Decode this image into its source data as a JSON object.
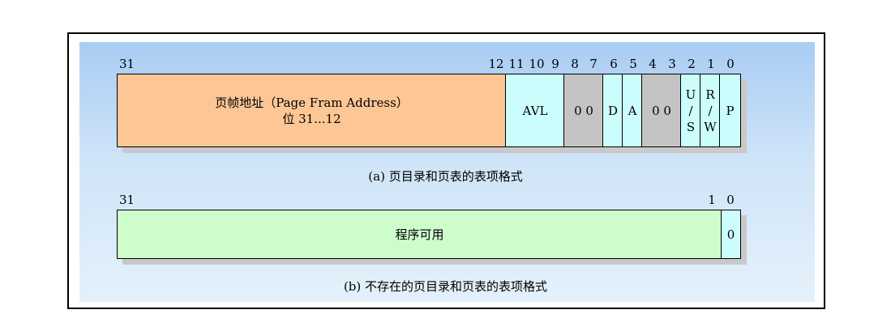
{
  "colors": {
    "frame_address": "#fdc795",
    "avl": "#ccfdfd",
    "reserved": "#c4c4c4",
    "flag": "#ccfdfd",
    "available": "#cdfdcb",
    "panel": "#bcd8f6"
  },
  "diagram_a": {
    "bit_labels": {
      "b31": "31",
      "b12": "12",
      "b11": "11",
      "b10": "10",
      "b9": "9",
      "b8": "8",
      "b7": "7",
      "b6": "6",
      "b5": "5",
      "b4": "4",
      "b3": "3",
      "b2": "2",
      "b1": "1",
      "b0": "0"
    },
    "frame_address": {
      "line1": "页帧地址（Page Fram Address）",
      "line2": "位 31...12"
    },
    "avl": "AVL",
    "reserved_87": "0 0",
    "dirty": "D",
    "accessed": "A",
    "reserved_43": "0 0",
    "us": {
      "top": "U",
      "mid": "/",
      "bottom": "S"
    },
    "rw": {
      "top": "R",
      "mid": "/",
      "bottom": "W"
    },
    "present": "P",
    "caption": "(a) 页目录和页表的表项格式"
  },
  "diagram_b": {
    "bit_labels": {
      "b31": "31",
      "b1": "1",
      "b0": "0"
    },
    "available": "程序可用",
    "present": "0",
    "caption": "(b) 不存在的页目录和页表的表项格式"
  }
}
